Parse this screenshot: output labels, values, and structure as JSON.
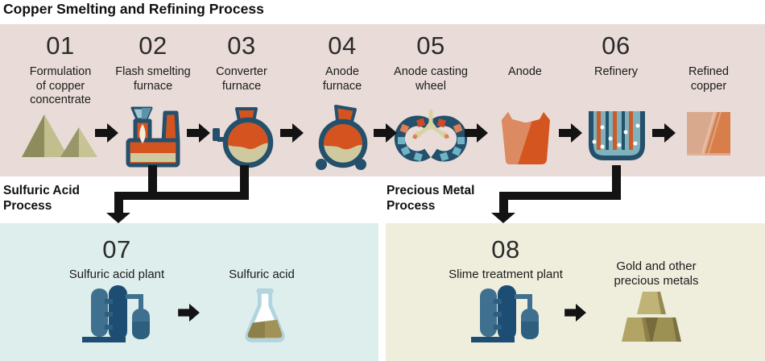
{
  "title": "Copper Smelting and Refining Process",
  "main_process": {
    "steps": [
      {
        "number": "01",
        "label": "Formulation of copper concentrate",
        "icon": "ore-piles"
      },
      {
        "number": "02",
        "label": "Flash smelting furnace",
        "icon": "flash-smelting-furnace"
      },
      {
        "number": "03",
        "label": "Converter furnace",
        "icon": "converter-furnace"
      },
      {
        "number": "04",
        "label": "Anode furnace",
        "icon": "anode-furnace"
      },
      {
        "number": "05",
        "label": "Anode casting wheel",
        "icon": "anode-casting-wheel"
      },
      {
        "number": "",
        "label": "Anode",
        "icon": "anode"
      },
      {
        "number": "06",
        "label": "Refinery",
        "icon": "refinery"
      },
      {
        "number": "",
        "label": "Refined copper",
        "icon": "refined-copper"
      }
    ]
  },
  "branches": {
    "sulfuric": {
      "section_label": "Sulfuric Acid Process",
      "number": "07",
      "plant_label": "Sulfuric acid plant",
      "output_label": "Sulfuric acid",
      "plant_icon": "sulfuric-acid-plant",
      "output_icon": "sulfuric-acid-flask"
    },
    "precious": {
      "section_label": "Precious Metal Process",
      "number": "08",
      "plant_label": "Slime treatment plant",
      "output_label": "Gold and other precious metals",
      "plant_icon": "slime-treatment-plant",
      "output_icon": "gold-bars"
    }
  },
  "colors": {
    "band_bg": "#e9dcd8",
    "sulfuric_box_bg": "#deeeec",
    "precious_box_bg": "#efeedd",
    "arrow_black": "#131313",
    "furnace_orange": "#d4531f",
    "outline_navy": "#24506b",
    "melt_cream": "#cfc9a0",
    "electrolyte_teal": "#7fb2bd",
    "copper_salmon": "#d87e4b",
    "gold_khaki": "#b1a465",
    "plant_steel_blue": "#40708f",
    "plant_navy": "#1d4d72",
    "ore_dark_olive": "#8c8c5c",
    "ore_light_khaki": "#c3be8e"
  }
}
